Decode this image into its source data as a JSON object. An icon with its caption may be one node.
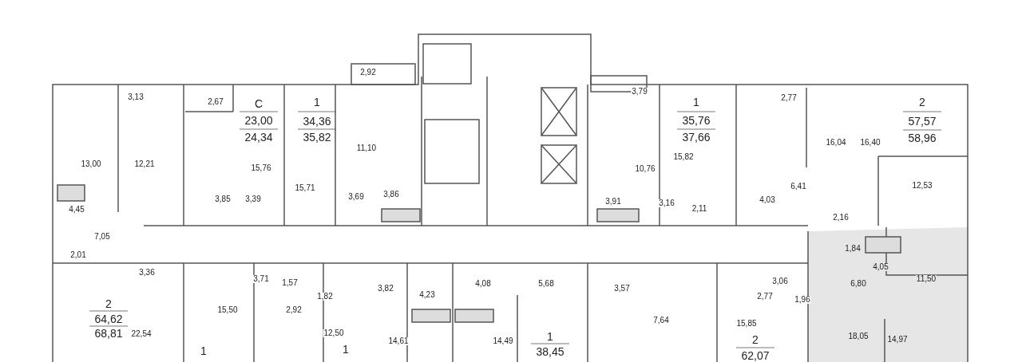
{
  "diagram": {
    "labels": [
      "2,92",
      "3,79",
      "3,13",
      "2,67",
      "2,77",
      "С",
      "23,00",
      "24,34",
      "1",
      "34,36",
      "35,82",
      "1",
      "35,76",
      "37,66",
      "2",
      "57,57",
      "58,96",
      "11,10",
      "13,00",
      "12,21",
      "16,04",
      "16,40",
      "15,82",
      "15,76",
      "10,76",
      "15,71",
      "6,41",
      "12,53",
      "4,45",
      "3,85",
      "3,39",
      "3,69",
      "3,86",
      "3,91",
      "3,16",
      "2,11",
      "4,03",
      "2,16",
      "7,05",
      "2,01",
      "1,84",
      "3,36",
      "3,71",
      "1,57",
      "4,23",
      "4,08",
      "5,68",
      "3,57",
      "3,06",
      "4,05",
      "1,82",
      "3,82",
      "1,96",
      "2,77",
      "6,80",
      "11,50",
      "15,50",
      "2,92",
      "12,50",
      "7,64",
      "2",
      "64,62",
      "68,81",
      "22,54",
      "14,61",
      "14,49",
      "15,85",
      "1",
      "1",
      "1",
      "38,45",
      "2",
      "62,07",
      "18,05",
      "14,97"
    ]
  }
}
